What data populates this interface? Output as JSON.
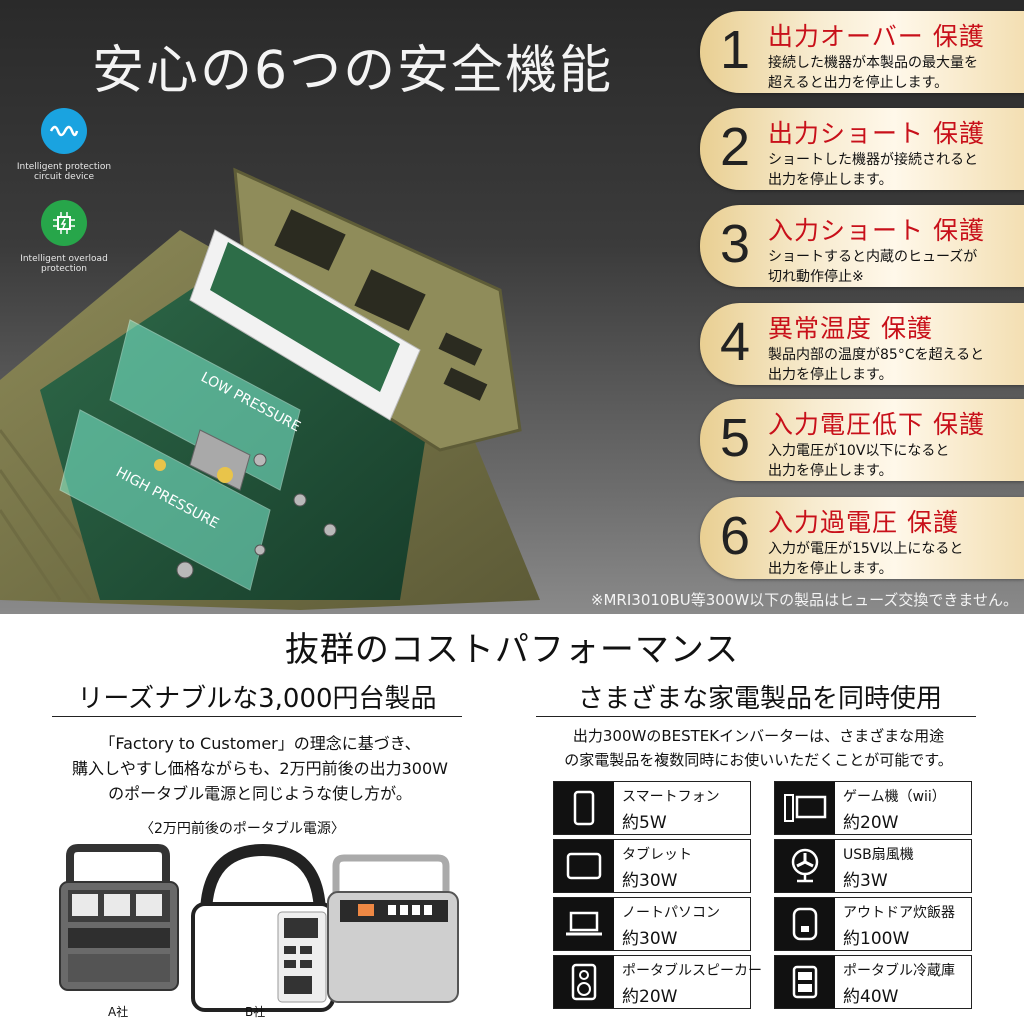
{
  "header": {
    "title": "安心の6つの安全機能"
  },
  "badges": [
    {
      "icon": "wave-shield-icon",
      "label_line1": "Intelligent protection",
      "label_line2": "circuit device",
      "color": "#1aa3e0"
    },
    {
      "icon": "chip-icon",
      "label_line1": "Intelligent overload",
      "label_line2": "protection",
      "color": "#27a64a"
    }
  ],
  "product_labels": {
    "low": "LOW PRESSURE",
    "high": "HIGH PRESSURE"
  },
  "features": [
    {
      "num": "1",
      "title": "出力オーバー 保護",
      "line1": "接続した機器が本製品の最大量を",
      "line2": "超えると出力を停止します。"
    },
    {
      "num": "2",
      "title": "出力ショート 保護",
      "line1": "ショートした機器が接続されると",
      "line2": "出力を停止します。"
    },
    {
      "num": "3",
      "title": "入力ショート 保護",
      "line1": "ショートすると内蔵のヒューズが",
      "line2": "切れ動作停止※"
    },
    {
      "num": "4",
      "title": "異常温度 保護",
      "line1": "製品内部の温度が85°Cを超えると",
      "line2": "出力を停止します。"
    },
    {
      "num": "5",
      "title": "入力電圧低下 保護",
      "line1": "入力電圧が10V以下になると",
      "line2": "出力を停止します。"
    },
    {
      "num": "6",
      "title": "入力過電圧 保護",
      "line1": "入力が電圧が15V以上になると",
      "line2": "出力を停止します。"
    }
  ],
  "note": "※MRI3010BU等300W以下の製品はヒューズ交換できません。",
  "cost": {
    "title": "抜群のコストパフォーマンス",
    "left_sub": "リーズナブルな3,000円台製品",
    "left_p1": "「Factory to Customer」の理念に基づき、",
    "left_p2": "購入しやすし価格ながらも、2万円前後の出力300W",
    "left_p3": "のポータブル電源と同じような使し方が。",
    "caption": "〈2万円前後のポータブル電源〉",
    "station_a": "A社",
    "station_b": "B社",
    "right_sub": "さまざまな家電製品を同時使用",
    "right_p1": "出力300WのBESTEKインバーターは、さまざまな用途",
    "right_p2": "の家電製品を複数同時にお使いいただくことが可能です。"
  },
  "appliances": [
    {
      "icon": "smartphone-icon",
      "name": "スマートフォン",
      "watt": "約5W"
    },
    {
      "icon": "game-console-icon",
      "name": "ゲーム機（wii）",
      "watt": "約20W"
    },
    {
      "icon": "tablet-icon",
      "name": "タブレット",
      "watt": "約30W"
    },
    {
      "icon": "fan-icon",
      "name": "USB扇風機",
      "watt": "約3W"
    },
    {
      "icon": "laptop-icon",
      "name": "ノートパソコン",
      "watt": "約30W"
    },
    {
      "icon": "rice-cooker-icon",
      "name": "アウトドア炊飯器",
      "watt": "約100W"
    },
    {
      "icon": "speaker-icon",
      "name": "ポータブルスピーカー",
      "watt": "約20W"
    },
    {
      "icon": "cooler-box-icon",
      "name": "ポータブル冷蔵庫",
      "watt": "約40W"
    }
  ]
}
